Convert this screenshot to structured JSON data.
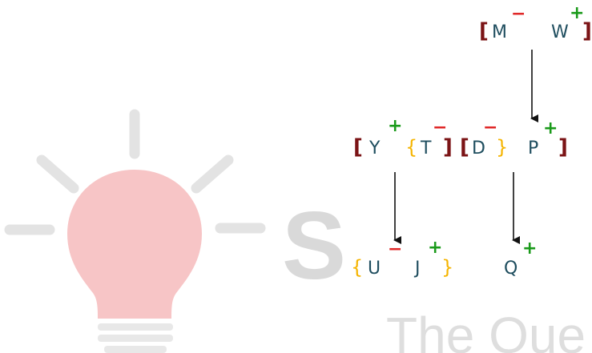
{
  "colors": {
    "letter": "#1f4e5f",
    "bracket": "#7b1416",
    "brace": "#f5b400",
    "plus": "#1a9a1a",
    "minus": "#e02828",
    "arrow": "#111111",
    "bulb": "#f7c5c6",
    "bulb_rays": "#e3e3e3",
    "watermark_text": "#dedede"
  },
  "watermark": {
    "letter": "S",
    "tagline": "The Que"
  },
  "diagram": {
    "row1": {
      "open_bracket": "[",
      "close_bracket": "]",
      "ions": [
        {
          "letter": "M",
          "charge": "−"
        },
        {
          "letter": "W",
          "charge": "+"
        }
      ]
    },
    "row2": {
      "group1": {
        "open_bracket": "[",
        "close_bracket": "]",
        "ion1": {
          "letter": "Y",
          "charge": "+"
        },
        "open_brace": "{",
        "close_brace": "",
        "ion2": {
          "letter": "T",
          "charge": "−"
        }
      },
      "group2": {
        "open_bracket": "[",
        "close_bracket": "]",
        "ion1": {
          "letter": "D",
          "charge": "−"
        },
        "close_brace": "}",
        "ion2": {
          "letter": "P",
          "charge": "+"
        }
      }
    },
    "row3": {
      "left": {
        "open_brace": "{",
        "close_brace": "}",
        "ions": [
          {
            "letter": "U",
            "charge": "−"
          },
          {
            "letter": "J",
            "charge": "+"
          }
        ]
      },
      "right": {
        "letter": "Q",
        "charge": "+"
      }
    }
  }
}
